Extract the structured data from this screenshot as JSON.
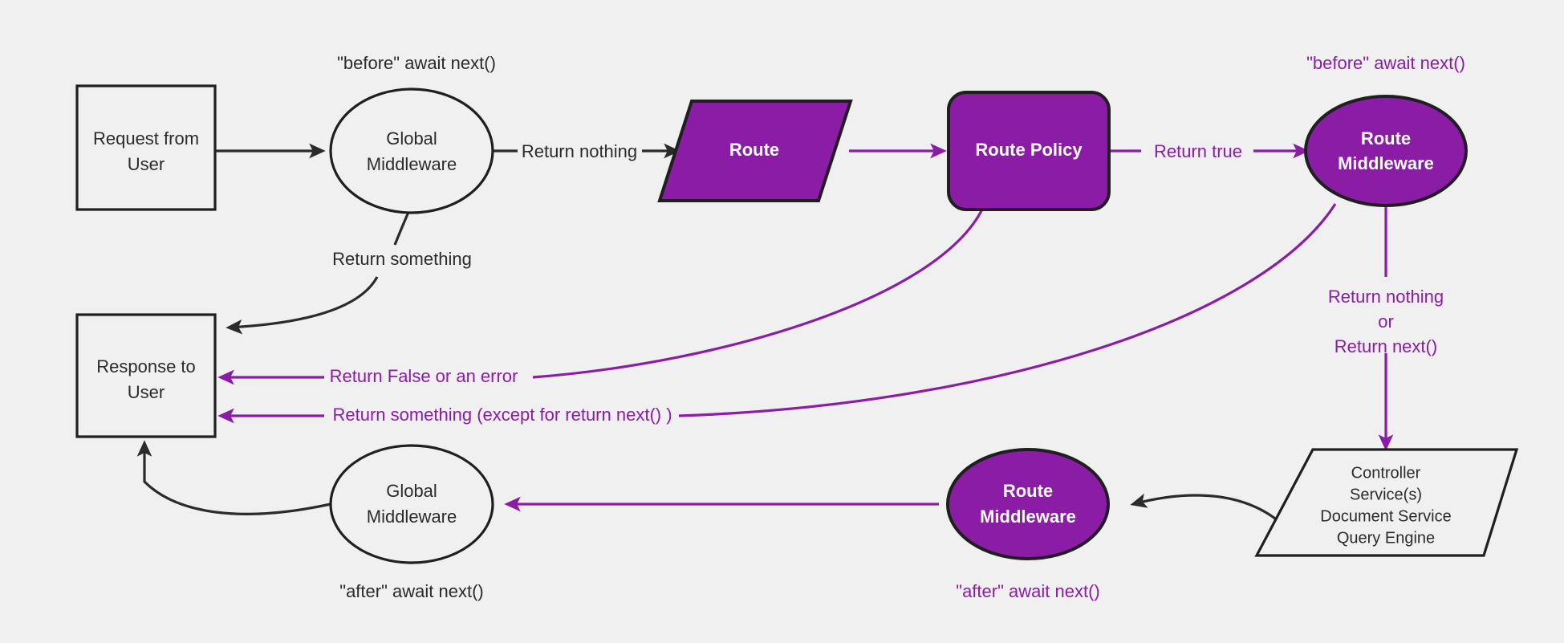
{
  "diagram": {
    "title": "Request middleware lifecycle flow",
    "background_color": "#f0f0f0",
    "accent_color": "#8a1ca6",
    "dark_color": "#2b2b2b"
  },
  "nodes": {
    "request_from_user": {
      "line1": "Request from",
      "line2": "User",
      "shape": "rectangle",
      "color": "dark"
    },
    "global_middleware_before": {
      "line1": "Global",
      "line2": "Middleware",
      "shape": "ellipse",
      "color": "dark"
    },
    "route": {
      "line1": "Route",
      "shape": "parallelogram",
      "color": "purple"
    },
    "route_policy": {
      "line1": "Route Policy",
      "shape": "rounded-rect",
      "color": "purple"
    },
    "route_middleware_before": {
      "line1": "Route",
      "line2": "Middleware",
      "shape": "ellipse",
      "color": "purple"
    },
    "controller": {
      "line1": "Controller",
      "line2": "Service(s)",
      "line3": "Document Service",
      "line4": "Query Engine",
      "shape": "parallelogram",
      "color": "dark"
    },
    "route_middleware_after": {
      "line1": "Route",
      "line2": "Middleware",
      "shape": "ellipse",
      "color": "purple"
    },
    "global_middleware_after": {
      "line1": "Global",
      "line2": "Middleware",
      "shape": "ellipse",
      "color": "dark"
    },
    "response_to_user": {
      "line1": "Response to",
      "line2": "User",
      "shape": "rectangle",
      "color": "dark"
    }
  },
  "annotations": {
    "before_await_next_global": {
      "text": "\"before\" await next()",
      "color": "dark"
    },
    "before_await_next_route": {
      "text": "\"before\" await next()",
      "color": "purple"
    },
    "after_await_next_global": {
      "text": "\"after\" await next()",
      "color": "dark"
    },
    "after_await_next_route": {
      "text": "\"after\" await next()",
      "color": "purple"
    }
  },
  "edges": {
    "request_to_global": {
      "label": "",
      "color": "dark"
    },
    "global_to_route": {
      "label": "Return nothing",
      "color": "dark"
    },
    "global_to_response": {
      "label": "Return something",
      "color": "dark"
    },
    "route_to_policy": {
      "label": "",
      "color": "purple"
    },
    "policy_to_route_middleware": {
      "label": "Return true",
      "color": "purple"
    },
    "policy_to_response": {
      "label": "Return False or an error",
      "color": "purple"
    },
    "route_middleware_to_response": {
      "label": "Return something (except for return next() )",
      "color": "purple"
    },
    "route_middleware_to_controller": {
      "label_line1": "Return nothing",
      "label_line2": "or",
      "label_line3": "Return next()",
      "color": "purple"
    },
    "controller_to_route_middleware_after": {
      "label": "",
      "color": "dark"
    },
    "route_middleware_after_to_global_after": {
      "label": "",
      "color": "purple"
    },
    "global_after_to_response": {
      "label": "",
      "color": "dark"
    }
  }
}
